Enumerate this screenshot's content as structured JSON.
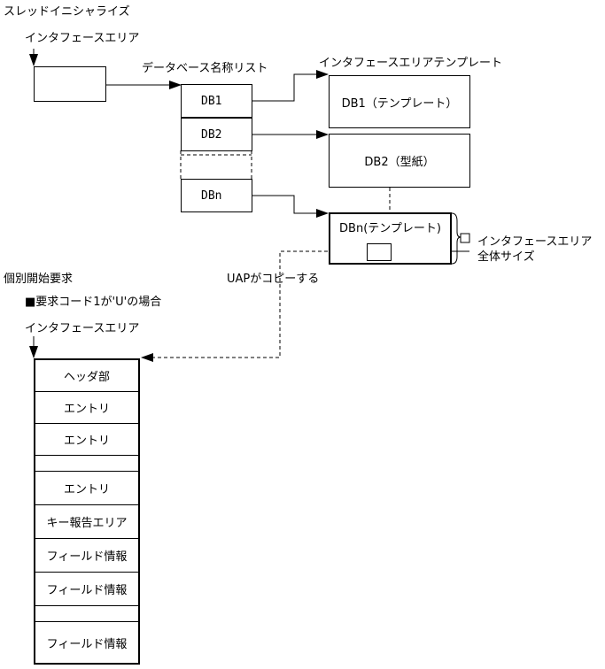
{
  "labels": {
    "thread_init": "スレッドイニシャライズ",
    "interface_area_top": "インタフェースエリア",
    "db_name_list": "データベース名称リスト",
    "interface_area_template": "インタフェースエリアテンプレート",
    "interface_area_total_size_line1": "インタフェースエリア",
    "interface_area_total_size_line2": "全体サイズ",
    "uap_copies": "UAPがコピーする",
    "individual_start_request": "個別開始要求",
    "request_code_note": "■要求コード1が'U'の場合",
    "interface_area_bottom": "インタフェースエリア"
  },
  "db_list": {
    "items": [
      {
        "label": "DB1"
      },
      {
        "label": "DB2"
      },
      {
        "label": "DBn"
      }
    ]
  },
  "templates": [
    {
      "label": "DB1（テンプレート）"
    },
    {
      "label": "DB2（型紙）"
    },
    {
      "label": "DBn(テンプレート)"
    }
  ],
  "interface_rows": [
    {
      "label": "ヘッダ部"
    },
    {
      "label": "エントリ"
    },
    {
      "label": "エントリ"
    },
    {
      "label": ""
    },
    {
      "label": "エントリ"
    },
    {
      "label": "キー報告エリア"
    },
    {
      "label": "フィールド情報"
    },
    {
      "label": "フィールド情報"
    },
    {
      "label": ""
    },
    {
      "label": "フィールド情報"
    }
  ]
}
